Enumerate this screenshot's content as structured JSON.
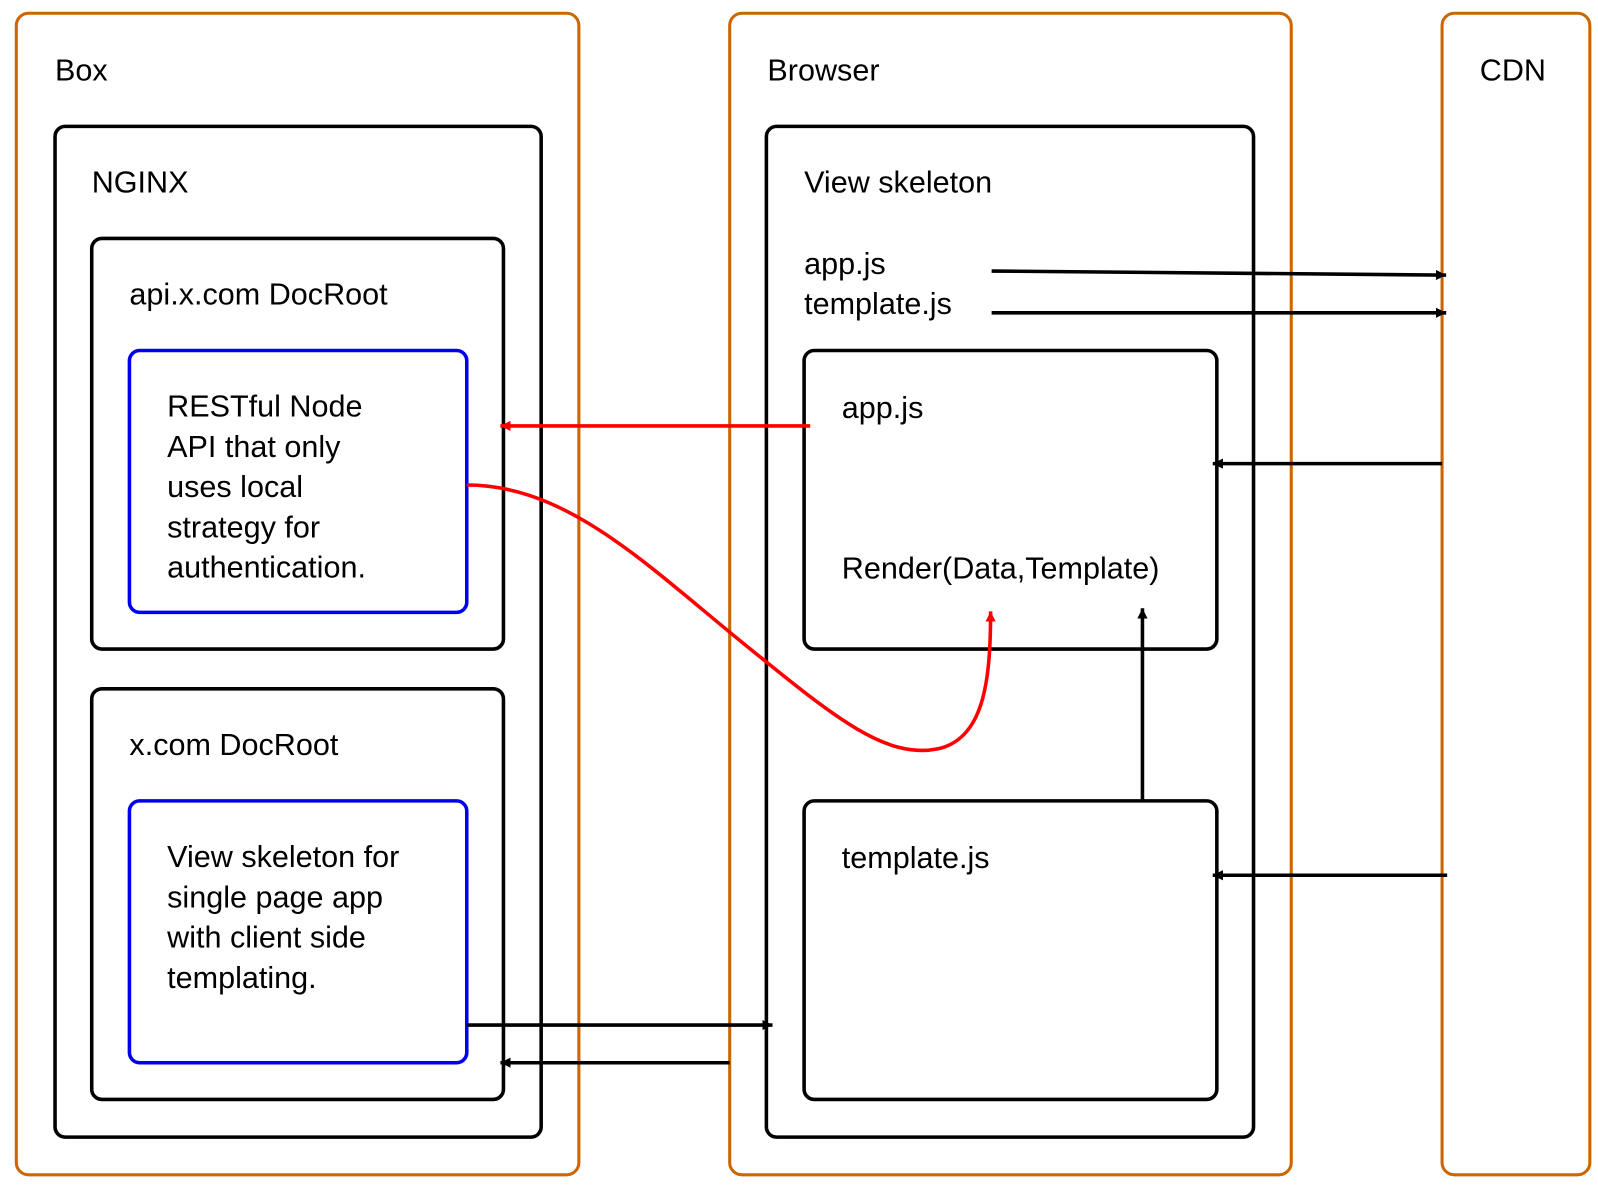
{
  "colors": {
    "container_border": "#cc6600",
    "box_border": "#000000",
    "component_border": "#0000ee",
    "api_flow": "#ff0000",
    "default_flow": "#000000"
  },
  "containers": {
    "box": {
      "label": "Box"
    },
    "browser": {
      "label": "Browser"
    },
    "cdn": {
      "label": "CDN"
    }
  },
  "box": {
    "nginx": {
      "label": "NGINX",
      "api_docroot": {
        "label": "api.x.com DocRoot",
        "component_lines": [
          "RESTful Node",
          "API that only",
          "uses local",
          "strategy for",
          "authentication."
        ]
      },
      "site_docroot": {
        "label": "x.com DocRoot",
        "component_lines": [
          "View skeleton for",
          "single page app",
          "with client side",
          "templating."
        ]
      }
    }
  },
  "browser": {
    "view_skeleton": {
      "label": "View skeleton",
      "script_refs": [
        "app.js",
        "template.js"
      ],
      "app_js": {
        "label": "app.js",
        "call": "Render(Data,Template)"
      },
      "template_js": {
        "label": "template.js"
      }
    }
  },
  "connectors": [
    {
      "id": "appjs-ref-to-cdn",
      "from": "app.js reference",
      "to": "CDN",
      "color": "black"
    },
    {
      "id": "templatejs-ref-to-cdn",
      "from": "template.js reference",
      "to": "CDN",
      "color": "black"
    },
    {
      "id": "cdn-to-appjs",
      "from": "CDN",
      "to": "app.js",
      "color": "black"
    },
    {
      "id": "cdn-to-templatejs",
      "from": "CDN",
      "to": "template.js",
      "color": "black"
    },
    {
      "id": "appjs-to-api",
      "from": "app.js",
      "to": "api.x.com DocRoot",
      "color": "red"
    },
    {
      "id": "api-to-render-data",
      "from": "RESTful Node API",
      "to": "Render Data",
      "color": "red"
    },
    {
      "id": "templatejs-to-render-template",
      "from": "template.js",
      "to": "Render Template",
      "color": "black"
    },
    {
      "id": "view-skeleton-to-browser",
      "from": "x.com DocRoot component",
      "to": "Browser",
      "color": "black"
    },
    {
      "id": "browser-to-site-docroot",
      "from": "Browser",
      "to": "x.com DocRoot",
      "color": "black"
    }
  ]
}
